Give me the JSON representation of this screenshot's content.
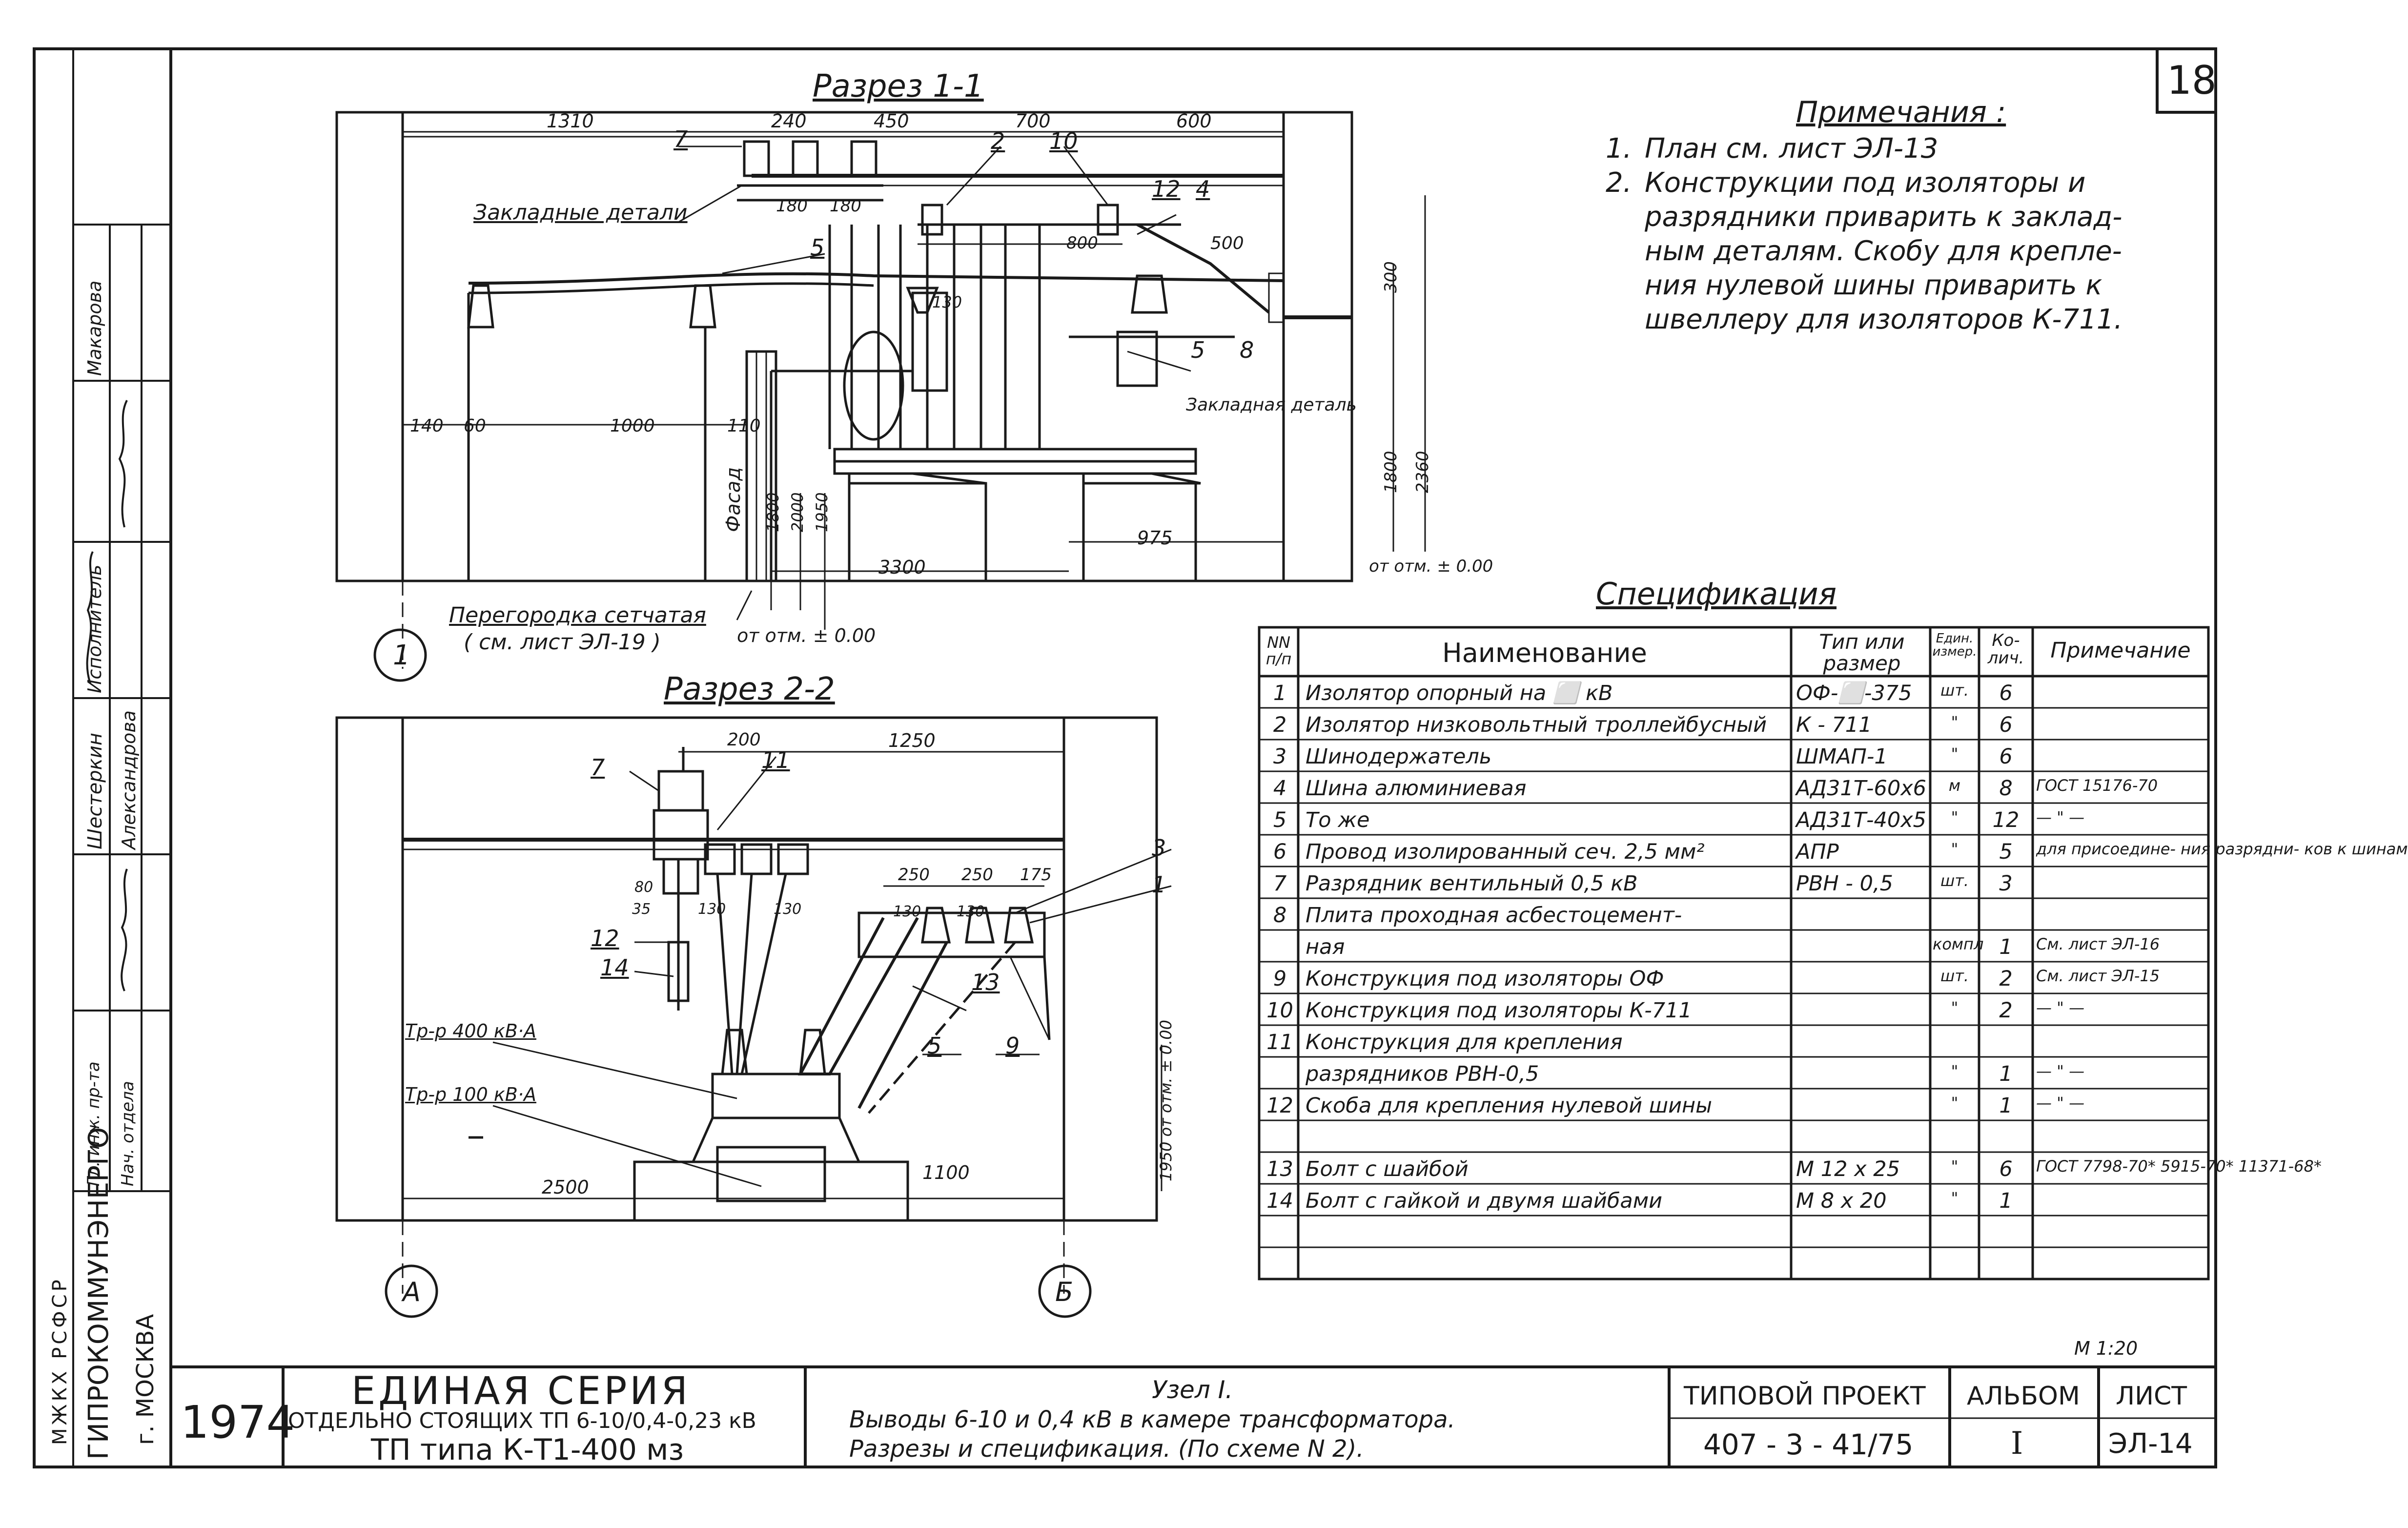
{
  "sheet_number": "18",
  "section_1_1": {
    "title": "Разрез 1-1",
    "dims": [
      "1310",
      "240",
      "450",
      "700",
      "600",
      "180",
      "180",
      "800",
      "500",
      "300",
      "140",
      "60",
      "1000",
      "110",
      "1800",
      "2000",
      "1950",
      "3300",
      "975",
      "1800",
      "2360"
    ],
    "labels": {
      "embedded_parts": "Закладные детали",
      "embedded_part": "Закладная деталь",
      "facade": "Фасад",
      "partition_1": "Перегородка сетчатая",
      "partition_2": "( см. лист ЭЛ-19 )",
      "level_zero_1": "от отм. ± 0.00",
      "level_zero_2": "от отм. ± 0.00",
      "small_dim": "130"
    },
    "callouts": [
      "7",
      "2",
      "10",
      "12",
      "4",
      "5",
      "5",
      "8"
    ],
    "axis": "1"
  },
  "section_2_2": {
    "title": "Разрез 2-2",
    "dims": [
      "200",
      "1250",
      "250",
      "250",
      "175",
      "80",
      "35",
      "130",
      "130",
      "130",
      "130",
      "2500",
      "1100",
      "1950 от отм. ± 0.00"
    ],
    "labels": {
      "tr400": "Тр-р 400 кВ·А",
      "tr100": "Тр-р 100 кВ·А"
    },
    "callouts": [
      "7",
      "11",
      "3",
      "1",
      "12",
      "14",
      "13",
      "5",
      "9"
    ],
    "axis_a": "А",
    "axis_b": "Б"
  },
  "notes": {
    "title": "Примечания :",
    "items": [
      {
        "num": "1.",
        "lines": [
          "План см. лист ЭЛ-13"
        ]
      },
      {
        "num": "2.",
        "lines": [
          "Конструкции под изоляторы и",
          "разрядники приварить к заклад-",
          "ным деталям. Скобу для крепле-",
          "ния нулевой шины приварить к",
          "швеллеру для изоляторов К-711."
        ]
      }
    ]
  },
  "spec": {
    "title": "Спецификация",
    "headers": {
      "num": "NN п/п",
      "name": "Наименование",
      "type": "Тип или размер",
      "unit": "Един. измер.",
      "qty": "Ко- лич.",
      "note": "Примечание"
    },
    "rows": [
      {
        "n": "1",
        "name": "Изолятор опорный на ⬜ кВ",
        "type": "ОФ-⬜-375",
        "unit": "шт.",
        "qty": "6",
        "note": ""
      },
      {
        "n": "2",
        "name": "Изолятор низковольтный троллейбусный",
        "type": "К - 711",
        "unit": "\"",
        "qty": "6",
        "note": ""
      },
      {
        "n": "3",
        "name": "Шинодержатель",
        "type": "ШМАП-1",
        "unit": "\"",
        "qty": "6",
        "note": ""
      },
      {
        "n": "4",
        "name": "Шина алюминиевая",
        "type": "АД31Т-60х6",
        "unit": "м",
        "qty": "8",
        "note": "ГОСТ 15176-70"
      },
      {
        "n": "5",
        "name": "То же",
        "type": "АД31Т-40х5",
        "unit": "\"",
        "qty": "12",
        "note": "— \" —"
      },
      {
        "n": "6",
        "name": "Провод изолированный сеч. 2,5 мм²",
        "type": "АПР",
        "unit": "\"",
        "qty": "5",
        "note": "для присоедине- ния разрядни- ков к шинам"
      },
      {
        "n": "7",
        "name": "Разрядник вентильный 0,5 кВ",
        "type": "РВН - 0,5",
        "unit": "шт.",
        "qty": "3",
        "note": ""
      },
      {
        "n": "8",
        "name": "Плита проходная асбестоцемент-",
        "type": "",
        "unit": "",
        "qty": "",
        "note": ""
      },
      {
        "n": "",
        "name": "ная",
        "type": "",
        "unit": "компл",
        "qty": "1",
        "note": "См. лист ЭЛ-16"
      },
      {
        "n": "9",
        "name": "Конструкция под изоляторы ОФ",
        "type": "",
        "unit": "шт.",
        "qty": "2",
        "note": "См. лист ЭЛ-15"
      },
      {
        "n": "10",
        "name": "Конструкция под изоляторы К-711",
        "type": "",
        "unit": "\"",
        "qty": "2",
        "note": "— \" —"
      },
      {
        "n": "11",
        "name": "Конструкция для крепления",
        "type": "",
        "unit": "",
        "qty": "",
        "note": ""
      },
      {
        "n": "",
        "name": "разрядников РВН-0,5",
        "type": "",
        "unit": "\"",
        "qty": "1",
        "note": "— \" —"
      },
      {
        "n": "12",
        "name": "Скоба для крепления нулевой шины",
        "type": "",
        "unit": "\"",
        "qty": "1",
        "note": "— \" —"
      },
      {
        "n": "",
        "name": "",
        "type": "",
        "unit": "",
        "qty": "",
        "note": ""
      },
      {
        "n": "13",
        "name": "Болт с шайбой",
        "type": "М 12 х 25",
        "unit": "\"",
        "qty": "6",
        "note": "ГОСТ 7798-70* 5915-70* 11371-68*"
      },
      {
        "n": "14",
        "name": "Болт с гайкой и двумя шайбами",
        "type": "М 8 х 20",
        "unit": "\"",
        "qty": "1",
        "note": ""
      },
      {
        "n": "",
        "name": "",
        "type": "",
        "unit": "",
        "qty": "",
        "note": ""
      },
      {
        "n": "",
        "name": "",
        "type": "",
        "unit": "",
        "qty": "",
        "note": ""
      }
    ]
  },
  "scale": "М 1:20",
  "title_block": {
    "year": "1974",
    "series_title": "ЕДИНАЯ СЕРИЯ",
    "series_sub": "ОТДЕЛЬНО СТОЯЩИХ ТП 6-10/0,4-0,23 кВ",
    "series_type": "ТП типа К-Т1-400 мз",
    "node": "Узел I.",
    "desc_1": "Выводы 6-10 и 0,4 кВ в камере трансформатора.",
    "desc_2": "Разрезы и спецификация.  (По схеме N 2).",
    "project_label": "ТИПОВОЙ ПРОЕКТ",
    "project_num": "407 - 3 - 41/75",
    "album_label": "АЛЬБОМ",
    "album_num": "I",
    "sheet_label": "ЛИСТ",
    "sheet_code": "ЭЛ-14"
  },
  "side_stamp": {
    "org_1": "МЖКХ РСФСР",
    "org_2": "ГИПРОКОММУНЭНЕРГО",
    "city": "г. МОСКВА",
    "roles": [
      "Гл. инж. пр-та",
      "Нач. отдела",
      "Шестеркин",
      "Исполнитель"
    ],
    "names": [
      "Александрова",
      "Макарова"
    ]
  }
}
